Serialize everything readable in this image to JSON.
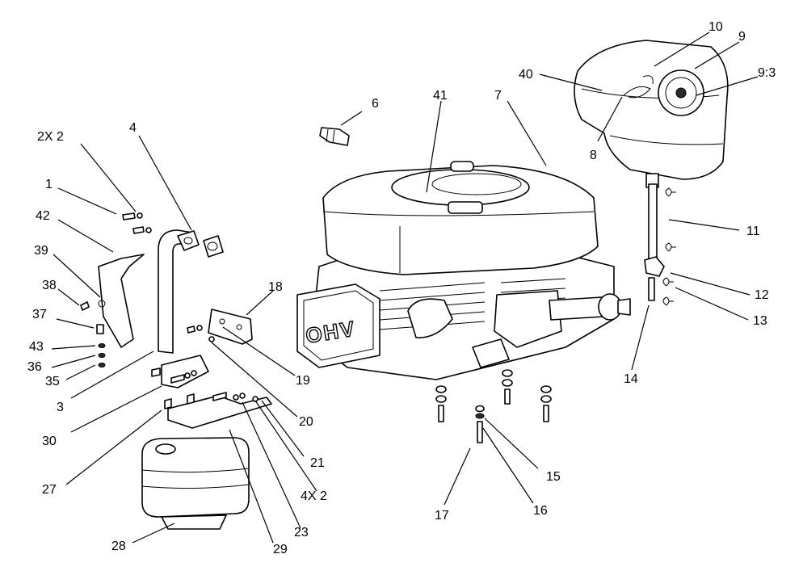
{
  "engine_badge": "OHV",
  "callouts": [
    "10",
    "9",
    "9:3",
    "40",
    "41",
    "7",
    "6",
    "8",
    "4",
    "2X 2",
    "1",
    "42",
    "39",
    "38",
    "37",
    "43",
    "36",
    "35",
    "3",
    "18",
    "19",
    "20",
    "30",
    "27",
    "28",
    "29",
    "23",
    "4X 2",
    "21",
    "11",
    "12",
    "13",
    "14",
    "15",
    "16",
    "17"
  ]
}
